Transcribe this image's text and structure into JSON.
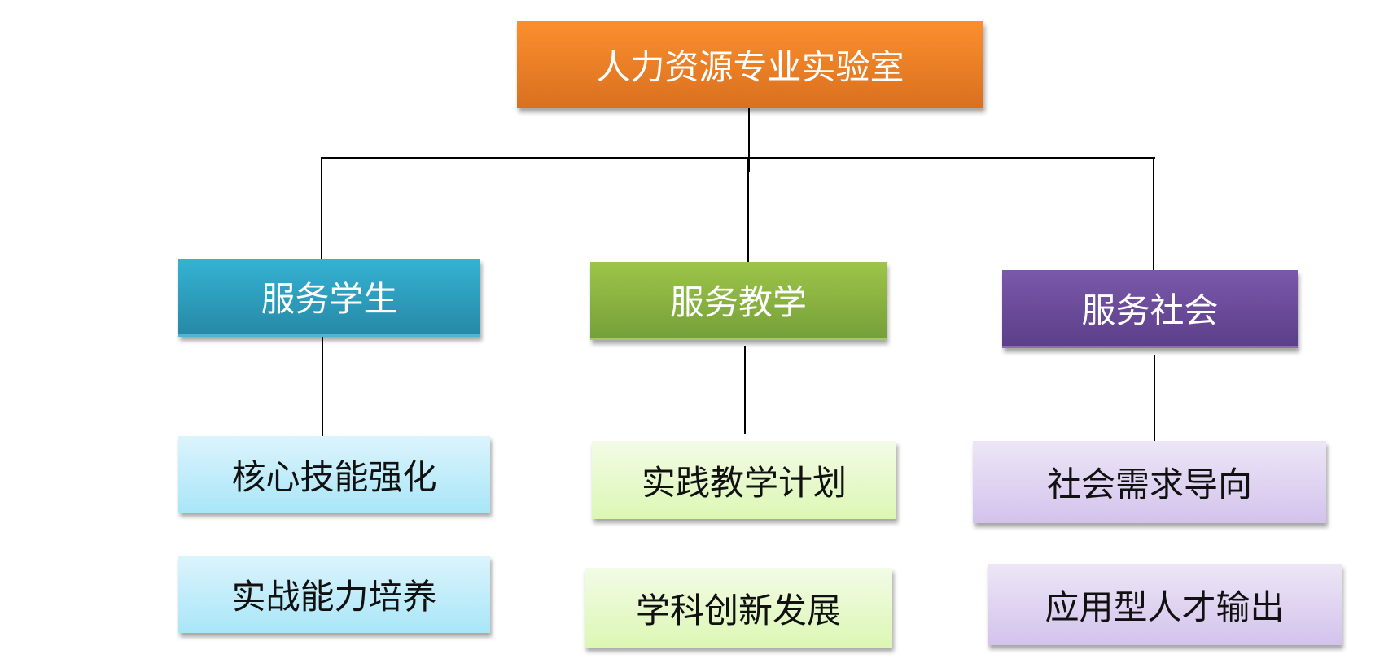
{
  "root": {
    "label": "人力资源专业实验室",
    "color": "#e8782a"
  },
  "branches": [
    {
      "label": "服务学生",
      "color": "#2e9ec0",
      "items": [
        "核心技能强化",
        "实战能力培养"
      ]
    },
    {
      "label": "服务教学",
      "color": "#8cb544",
      "items": [
        "实践教学计划",
        "学科创新发展"
      ]
    },
    {
      "label": "服务社会",
      "color": "#6a4d9a",
      "items": [
        "社会需求导向",
        "应用型人才输出"
      ]
    }
  ]
}
